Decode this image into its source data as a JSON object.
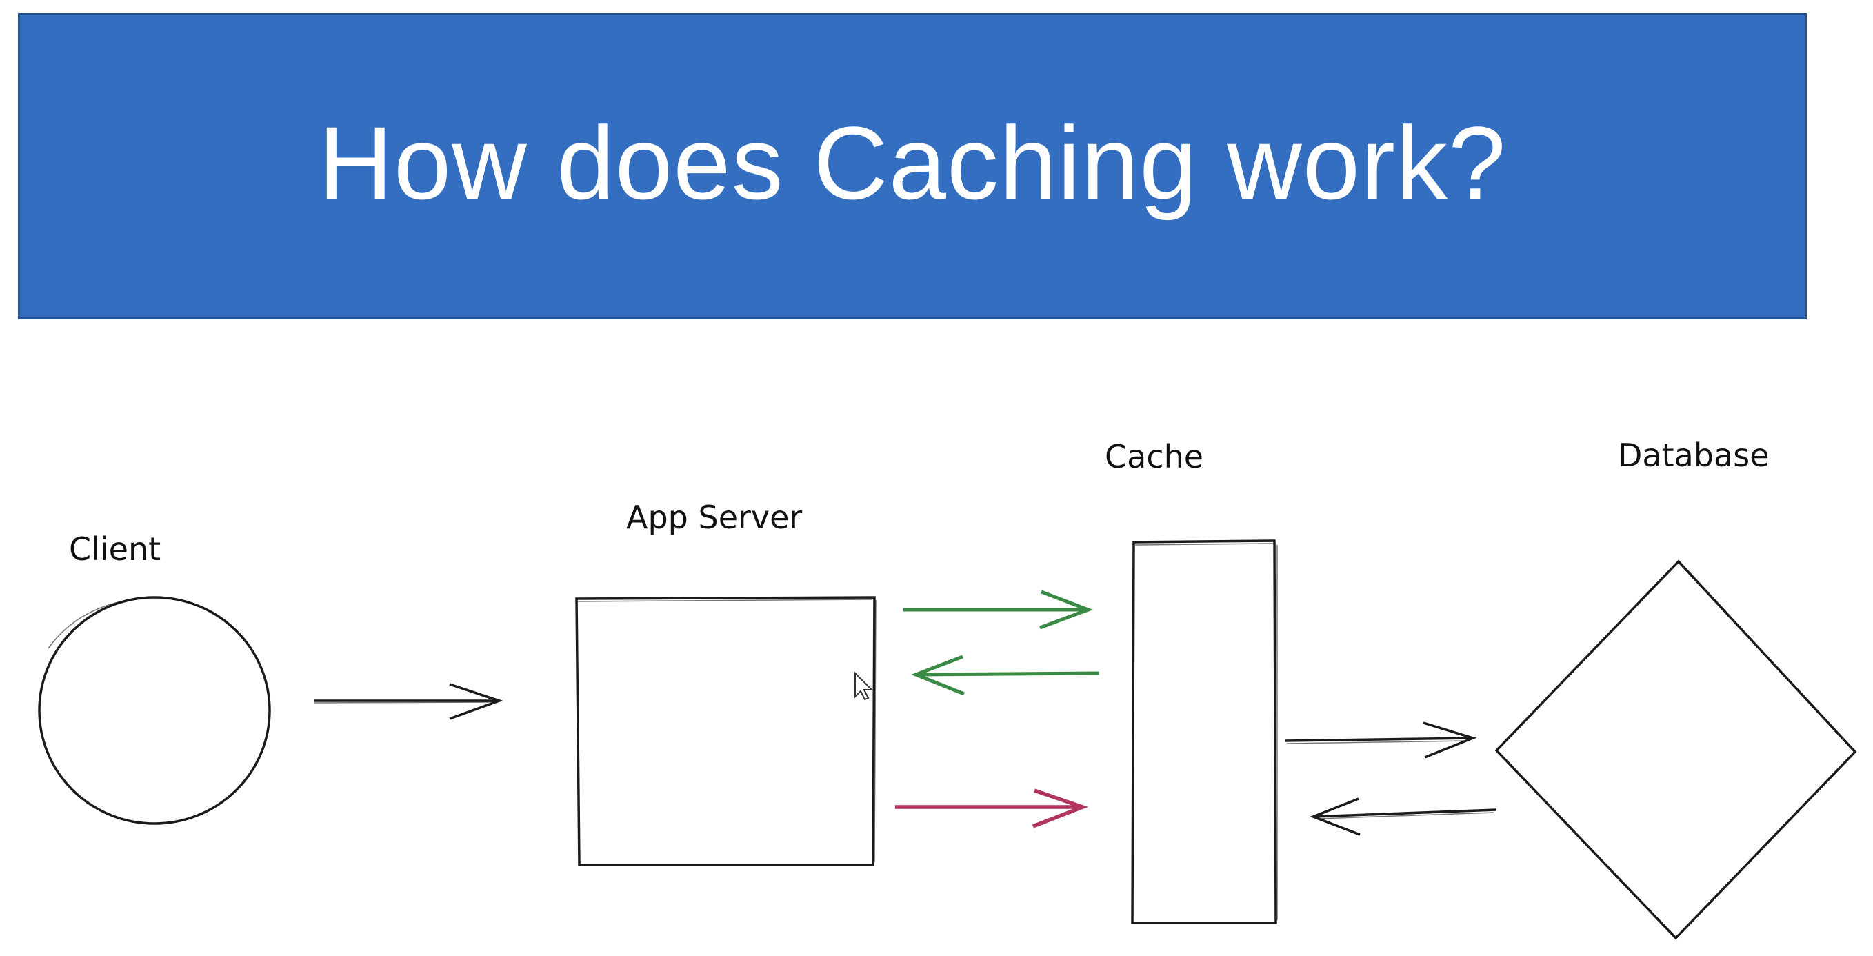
{
  "title": "How does Caching work?",
  "colors": {
    "title_background": "#346ec0",
    "title_text": "#ffffff",
    "shape_stroke": "#1a1a1a",
    "arrow_black": "#1a1a1a",
    "arrow_green": "#3a8a46",
    "arrow_red": "#b0345e"
  },
  "nodes": {
    "client": {
      "label": "Client",
      "shape": "circle"
    },
    "app_server": {
      "label": "App Server",
      "shape": "rectangle"
    },
    "cache": {
      "label": "Cache",
      "shape": "rectangle"
    },
    "database": {
      "label": "Database",
      "shape": "diamond"
    }
  },
  "edges": [
    {
      "from": "client",
      "to": "app_server",
      "color": "black"
    },
    {
      "from": "app_server",
      "to": "cache",
      "color": "green"
    },
    {
      "from": "cache",
      "to": "app_server",
      "color": "green"
    },
    {
      "from": "app_server",
      "to": "cache",
      "color": "red"
    },
    {
      "from": "cache",
      "to": "database",
      "color": "black"
    },
    {
      "from": "database",
      "to": "cache",
      "color": "black"
    }
  ],
  "icons": {
    "cursor": "mouse-pointer-icon"
  }
}
